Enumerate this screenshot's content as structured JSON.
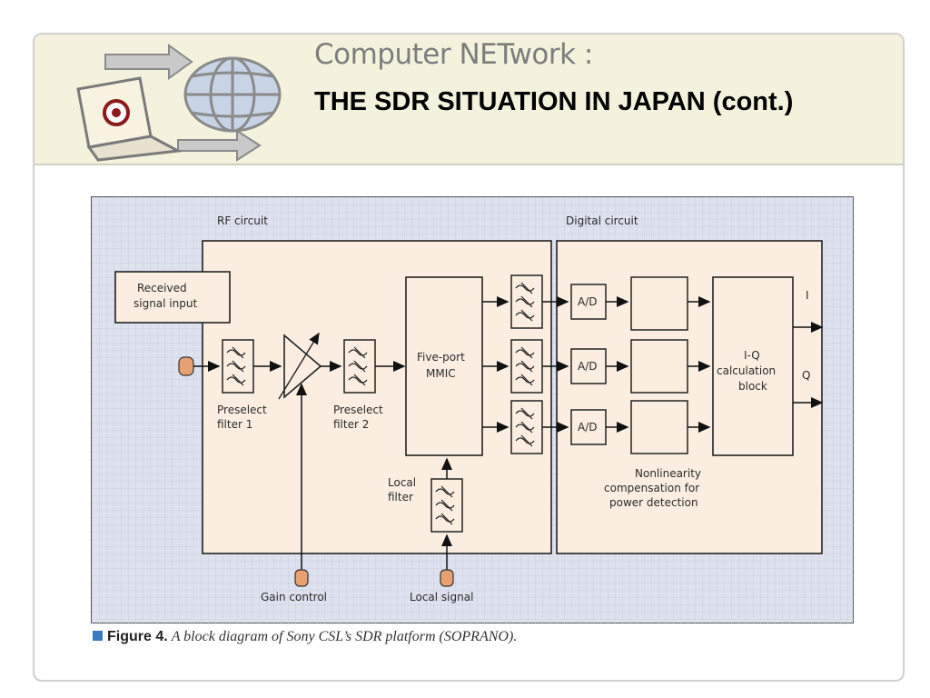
{
  "header": {
    "brand": "Computer NETwork :",
    "title": "THE SDR SITUATION IN JAPAN (cont.)"
  },
  "diagram": {
    "rf_circuit_label": "RF circuit",
    "digital_circuit_label": "Digital circuit",
    "received_signal_input": [
      "Received",
      "signal input"
    ],
    "preselect_filter_1": [
      "Preselect",
      "filter 1"
    ],
    "preselect_filter_2": [
      "Preselect",
      "filter 2"
    ],
    "five_port_mmic": [
      "Five-port",
      "MMIC"
    ],
    "local_filter": [
      "Local",
      "filter"
    ],
    "gain_control": "Gain control",
    "local_signal": "Local signal",
    "ad_label": "A/D",
    "iq_block": [
      "I-Q",
      "calculation",
      "block"
    ],
    "output_i": "I",
    "output_q": "Q",
    "nonlinearity": [
      "Nonlinearity",
      "compensation for",
      "power detection"
    ]
  },
  "caption": {
    "lead": "Figure 4.",
    "text": "A block diagram of Sony CSL’s SDR platform (SOPRANO)."
  },
  "colors": {
    "header_band": "#f4f2dc",
    "diagram_background": "#dee2ee",
    "block_fill": "#fbeee0",
    "port_fill": "#e8a070"
  }
}
